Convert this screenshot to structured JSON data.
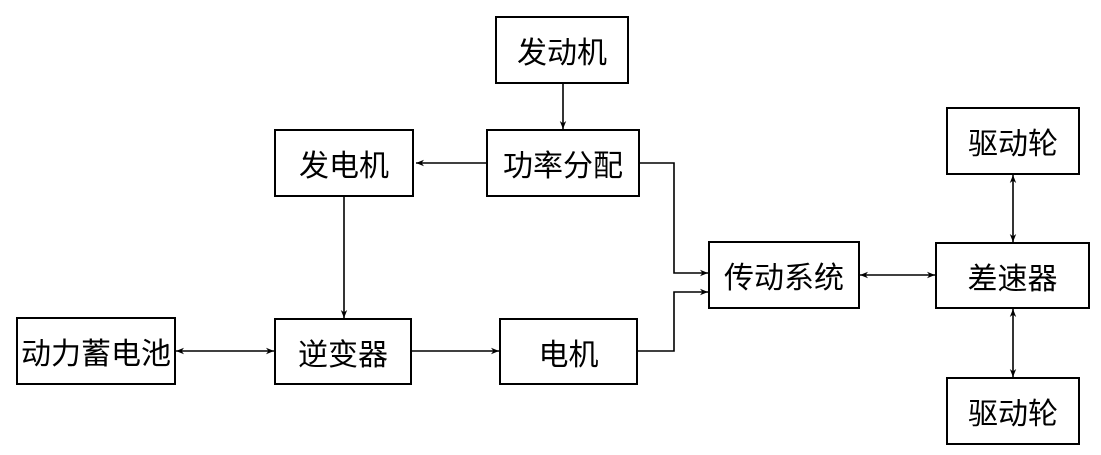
{
  "nodes": {
    "engine": "发动机",
    "power_split": "功率分配",
    "generator": "发电机",
    "transmission": "传动系统",
    "differential": "差速器",
    "drive_wheel_top": "驱动轮",
    "drive_wheel_bottom": "驱动轮",
    "battery": "动力蓄电池",
    "inverter": "逆变器",
    "motor": "电机"
  }
}
